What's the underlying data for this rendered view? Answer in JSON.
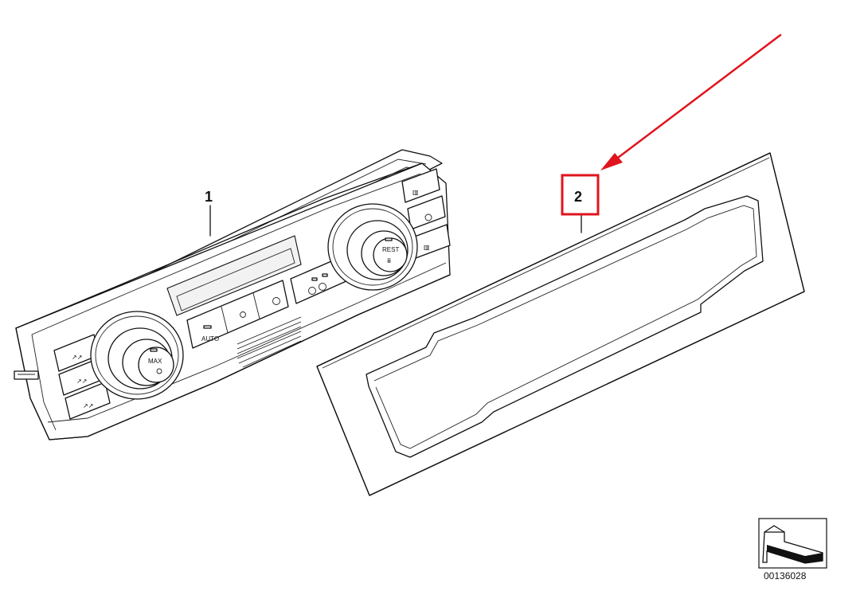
{
  "callouts": {
    "part_1": "1",
    "part_2": "2"
  },
  "panel_labels": {
    "knob_left": "MAX",
    "knob_right": "REST",
    "auto_button": "AUTO"
  },
  "reference_number": "00136028",
  "colors": {
    "highlight_box": "#e0141e",
    "arrow": "#e0141e",
    "linework": "#111111"
  },
  "icons": [
    "climate-control-panel",
    "trim-frame-bezel",
    "orientation-arrow-icon"
  ]
}
